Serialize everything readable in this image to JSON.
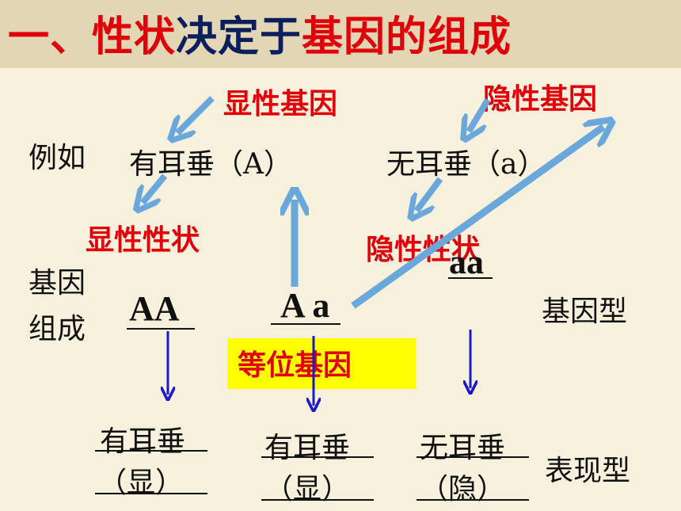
{
  "title": {
    "part1": "一、性状",
    "part2": "决定于",
    "part3": "基因的组成"
  },
  "labels": {
    "dominant_gene": "显性基因",
    "recessive_gene": "隐性基因",
    "dominant_trait": "显性性状",
    "recessive_trait": "隐性性状",
    "allele": "等位基因",
    "genotype": "基因型",
    "phenotype": "表现型",
    "example": "例如",
    "gene_comp_1": "基因",
    "gene_comp_2": "组成"
  },
  "traits": {
    "with_lobe": "有耳垂（A）",
    "without_lobe": "无耳垂（a）"
  },
  "genotypes": [
    "AA",
    "A a",
    "aa"
  ],
  "phenotypes": [
    {
      "name": "有耳垂",
      "kind": "（显）"
    },
    {
      "name": "有耳垂",
      "kind": "（显）"
    },
    {
      "name": "无耳垂",
      "kind": "（隐）"
    }
  ],
  "colors": {
    "red": "#e0000a",
    "navy": "#0b1f5c",
    "arrow_light_blue": "#6aa8dc",
    "arrow_dark_blue": "#1a1acc",
    "highlight": "#ffff00",
    "background": "#f6f0dc",
    "header": "#e2d6b4"
  }
}
